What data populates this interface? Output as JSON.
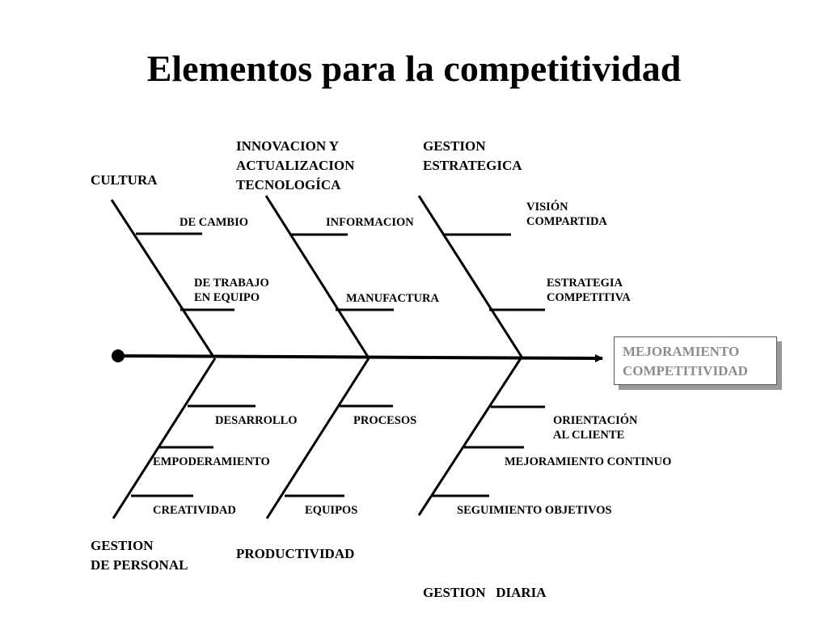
{
  "title": "Elementos para la competitividad",
  "effect": {
    "lines": [
      "MEJORAMIENTO",
      "COMPETITIVIDAD"
    ]
  },
  "categories": {
    "cultura": {
      "lines": [
        "CULTURA"
      ]
    },
    "innovacion": {
      "lines": [
        "INNOVACION Y",
        "ACTUALIZACION",
        "TECNOLOGÍCA"
      ]
    },
    "gestion_estrategica": {
      "lines": [
        "GESTION",
        "ESTRATEGICA"
      ]
    },
    "gestion_personal": {
      "lines": [
        "GESTION",
        "DE PERSONAL"
      ]
    },
    "productividad": {
      "lines": [
        "PRODUCTIVIDAD"
      ]
    },
    "gestion_diaria": {
      "lines": [
        "GESTION   DIARIA"
      ]
    }
  },
  "causes": {
    "de_cambio": {
      "lines": [
        "DE CAMBIO"
      ]
    },
    "de_trabajo": {
      "lines": [
        "DE TRABAJO",
        "EN EQUIPO"
      ]
    },
    "informacion": {
      "lines": [
        "INFORMACION"
      ]
    },
    "manufactura": {
      "lines": [
        "MANUFACTURA"
      ]
    },
    "vision": {
      "lines": [
        "VISIÓN",
        "COMPARTIDA"
      ]
    },
    "estrategia": {
      "lines": [
        "ESTRATEGIA",
        "COMPETITIVA"
      ]
    },
    "desarrollo": {
      "lines": [
        "DESARROLLO"
      ]
    },
    "empoderamiento": {
      "lines": [
        "EMPODERAMIENTO"
      ]
    },
    "creatividad": {
      "lines": [
        "CREATIVIDAD"
      ]
    },
    "procesos": {
      "lines": [
        "PROCESOS"
      ]
    },
    "equipos": {
      "lines": [
        "EQUIPOS"
      ]
    },
    "orientacion": {
      "lines": [
        "ORIENTACIÓN",
        "AL CLIENTE"
      ]
    },
    "mejoramiento_continuo": {
      "lines": [
        "MEJORAMIENTO CONTINUO"
      ]
    },
    "seguimiento": {
      "lines": [
        "SEGUIMIENTO OBJETIVOS"
      ]
    }
  }
}
